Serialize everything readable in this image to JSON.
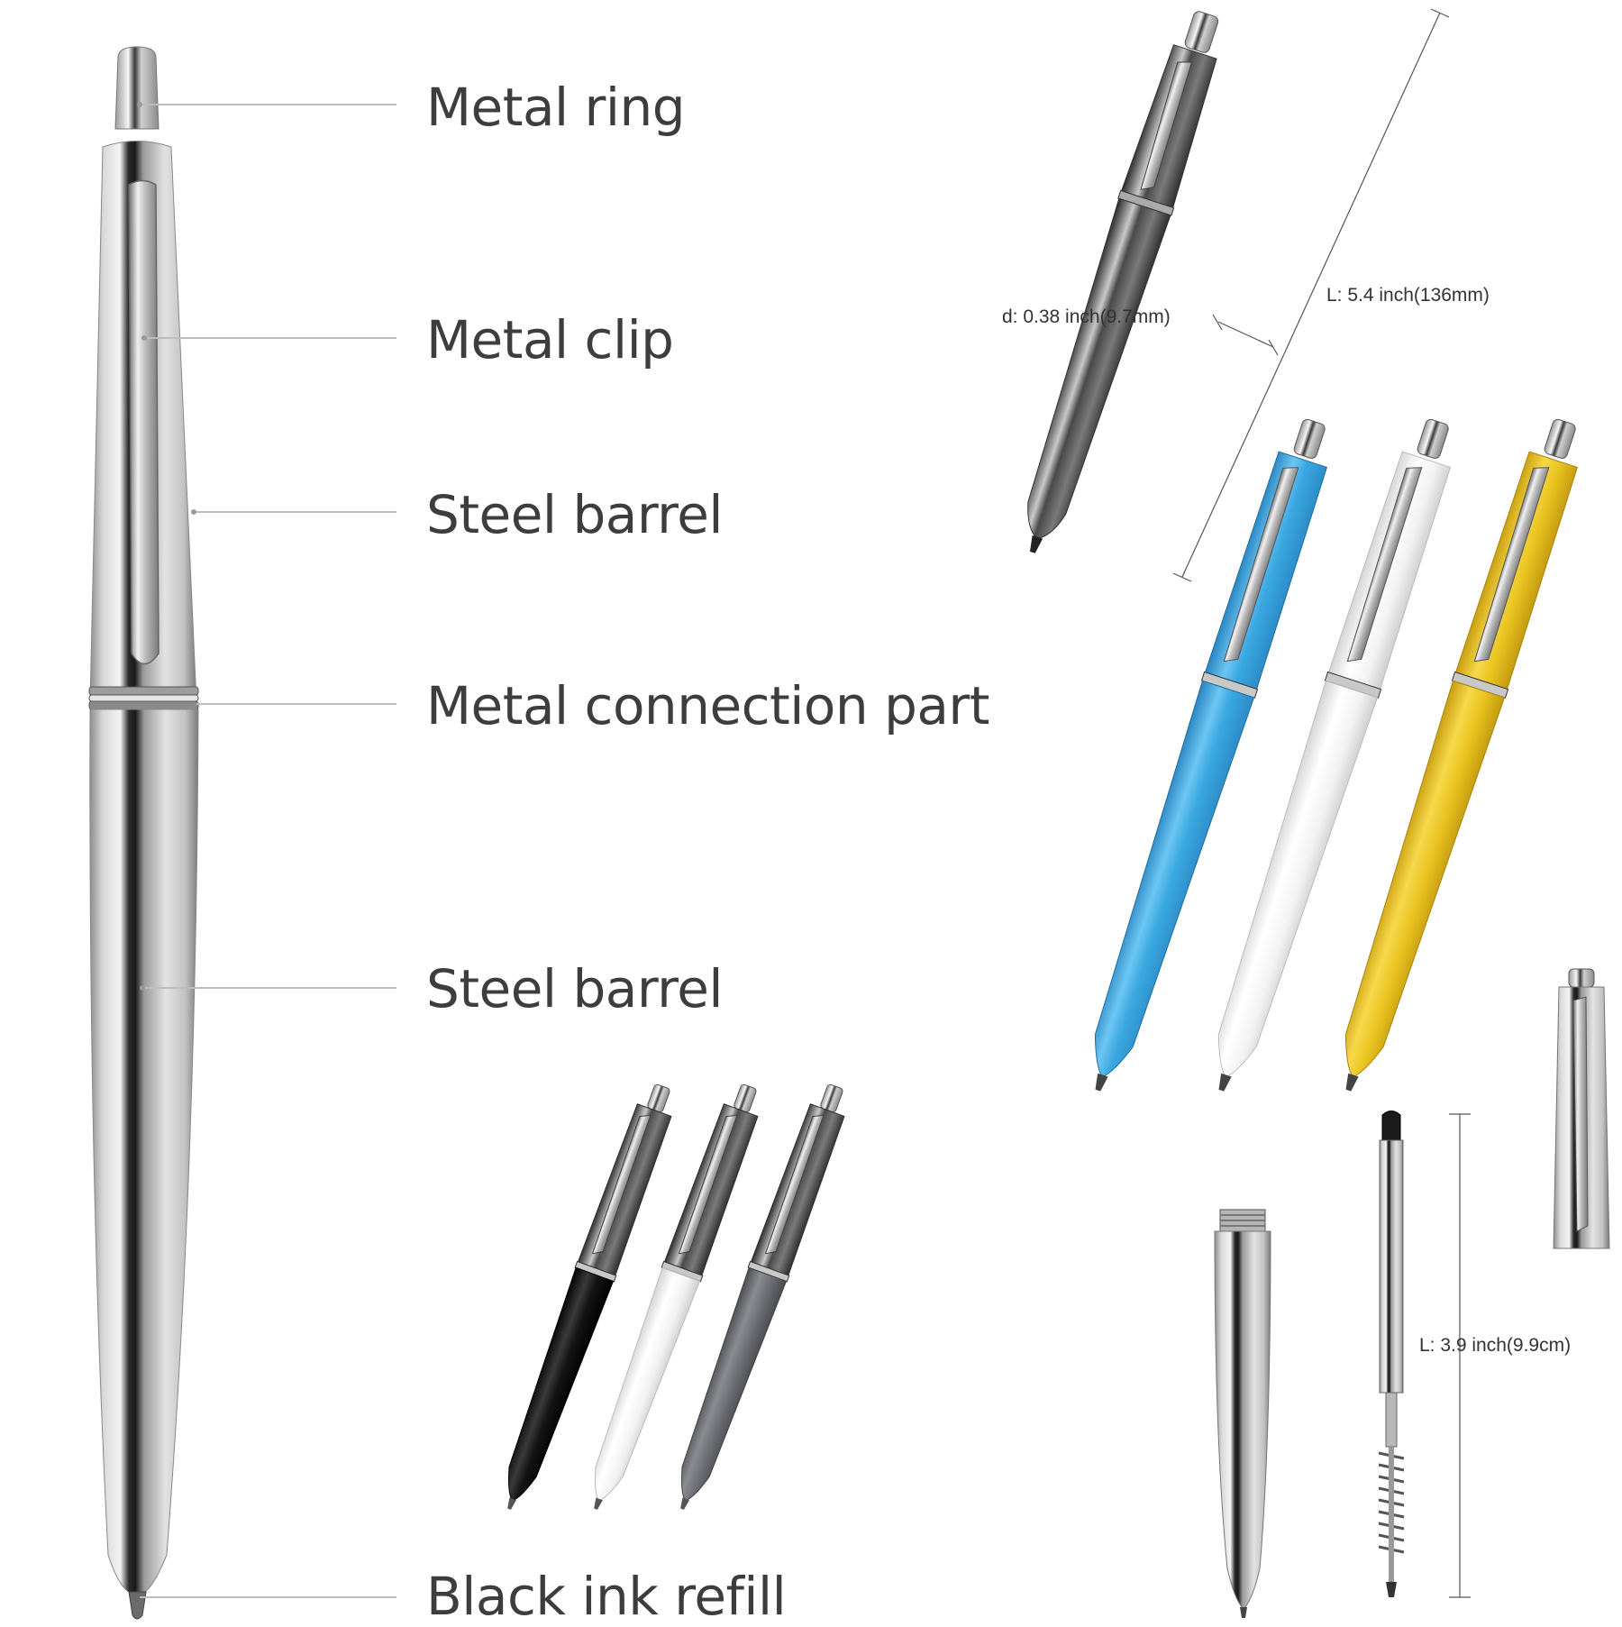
{
  "callouts": [
    {
      "id": "metal-ring",
      "label": "Metal ring"
    },
    {
      "id": "metal-clip",
      "label": "Metal clip"
    },
    {
      "id": "steel-barrel-upper",
      "label": "Steel barrel"
    },
    {
      "id": "metal-connection-part",
      "label": "Metal connection part"
    },
    {
      "id": "steel-barrel-lower",
      "label": "Steel barrel"
    },
    {
      "id": "black-ink-refill",
      "label": "Black ink refill"
    }
  ],
  "dimensions": {
    "diameter": "d: 0.38 inch(9.7mm)",
    "pen_length": "L: 5.4 inch(136mm)",
    "refill_length": "L: 3.9 inch(9.9cm)"
  },
  "colors": {
    "steel": "#c9c9c9",
    "gunmetal": "#5a5a5a",
    "blue": "#3aa7e0",
    "white": "#f2f2f2",
    "yellow": "#e8c21e",
    "black": "#1a1a1a",
    "gray": "#6b6d72"
  },
  "pen_variants": {
    "large_colors": [
      "blue",
      "white",
      "yellow"
    ],
    "small_colors": [
      "black",
      "white",
      "gray"
    ]
  }
}
